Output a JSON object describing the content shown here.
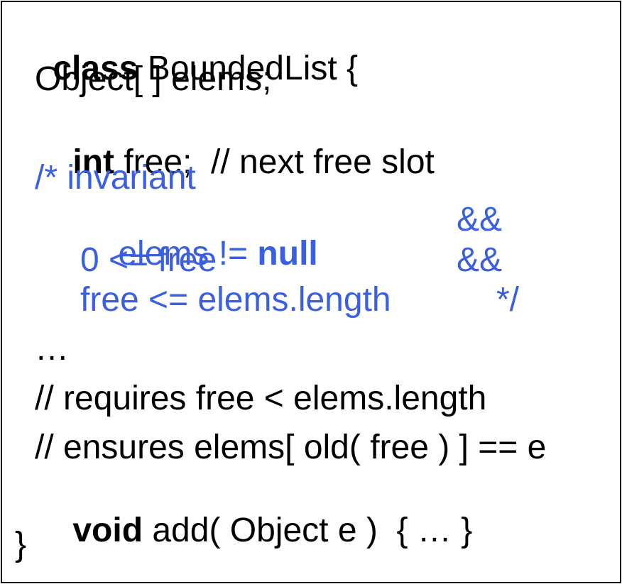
{
  "colors": {
    "keyword": "#000000",
    "text": "#000000",
    "comment": "#3a5fe0",
    "border": "#000000",
    "background": "#ffffff"
  },
  "code": {
    "class_header": {
      "keyword": "class",
      "rest": " BoundedList {"
    },
    "field_elems": "Object[ ] elems;",
    "field_free": {
      "keyword": "int",
      "rest": " free;  // next free slot"
    },
    "invariant": {
      "open": "/* invariant",
      "line1_prefix": "elems != ",
      "line1_null": "null",
      "line1_op": "&&",
      "line2": "0 <= free",
      "line2_op": "&&",
      "line3": "free <= elems.length",
      "line3_close": "*/"
    },
    "ellipsis": "…",
    "requires": "// requires free < elems.length",
    "ensures": "// ensures elems[ old( free ) ] == e",
    "method": {
      "keyword": "void",
      "rest": " add( Object e )  { … }"
    },
    "close_brace": "}"
  }
}
